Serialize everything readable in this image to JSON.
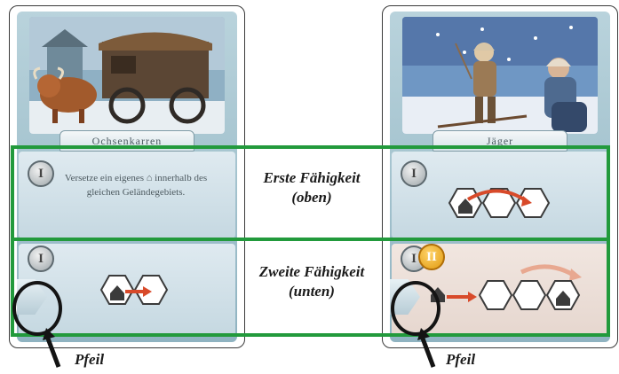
{
  "captions": {
    "first_ability": [
      "Erste Fähigkeit",
      "(oben)"
    ],
    "second_ability": [
      "Zweite Fähigkeit",
      "(unten)"
    ],
    "arrow_label": "Pfeil"
  },
  "left_card": {
    "title": "Ochsenkarren",
    "ability_one_level": "I",
    "ability_one_text": "Versetze ein eigenes ⌂ innerhalb des gleichen Geländegebiets.",
    "ability_two_level": "I"
  },
  "right_card": {
    "title": "Jäger",
    "ability_one_level": "I",
    "ability_two_levels": [
      "I",
      "II"
    ]
  },
  "colors": {
    "highlight_box": "#229a3c",
    "card_frame": "#8fb3c1",
    "arrow_mark": "#141414"
  }
}
